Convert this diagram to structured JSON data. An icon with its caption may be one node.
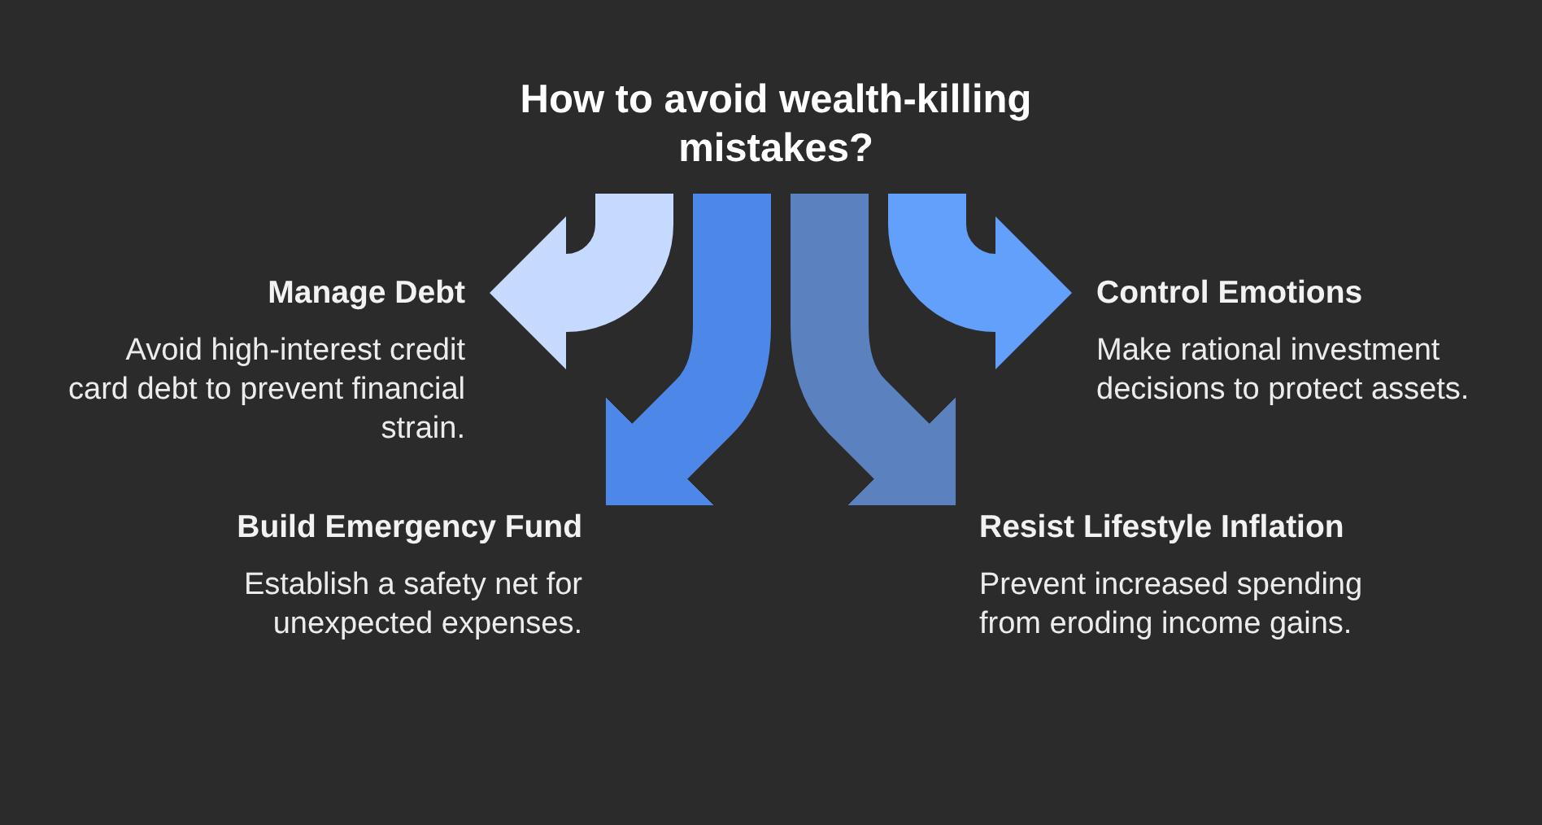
{
  "diagram": {
    "title": "How to avoid wealth-killing mistakes?",
    "nodes": [
      {
        "text": [
          "Manage Debt",
          "Avoid high-interest credit card debt to prevent financial strain."
        ]
      },
      {
        "text": [
          "Control Emotions",
          "Make rational investment decisions to protect assets."
        ]
      },
      {
        "text": [
          "Build Emergency Fund",
          "Establish a safety net for unexpected expenses."
        ]
      },
      {
        "text": [
          "Resist Lifestyle Inflation",
          "Prevent increased spending from eroding income gains."
        ]
      }
    ],
    "edges": [
      {
        "from": null,
        "to": 0,
        "arrow": "to",
        "color": "#c5dafe"
      },
      {
        "from": null,
        "to": 1,
        "arrow": "to",
        "color": "#63a0fc"
      },
      {
        "from": null,
        "to": 2,
        "arrow": "to",
        "color": "#4d88e8"
      },
      {
        "from": null,
        "to": 3,
        "arrow": "to",
        "color": "#5b82bf"
      }
    ]
  }
}
